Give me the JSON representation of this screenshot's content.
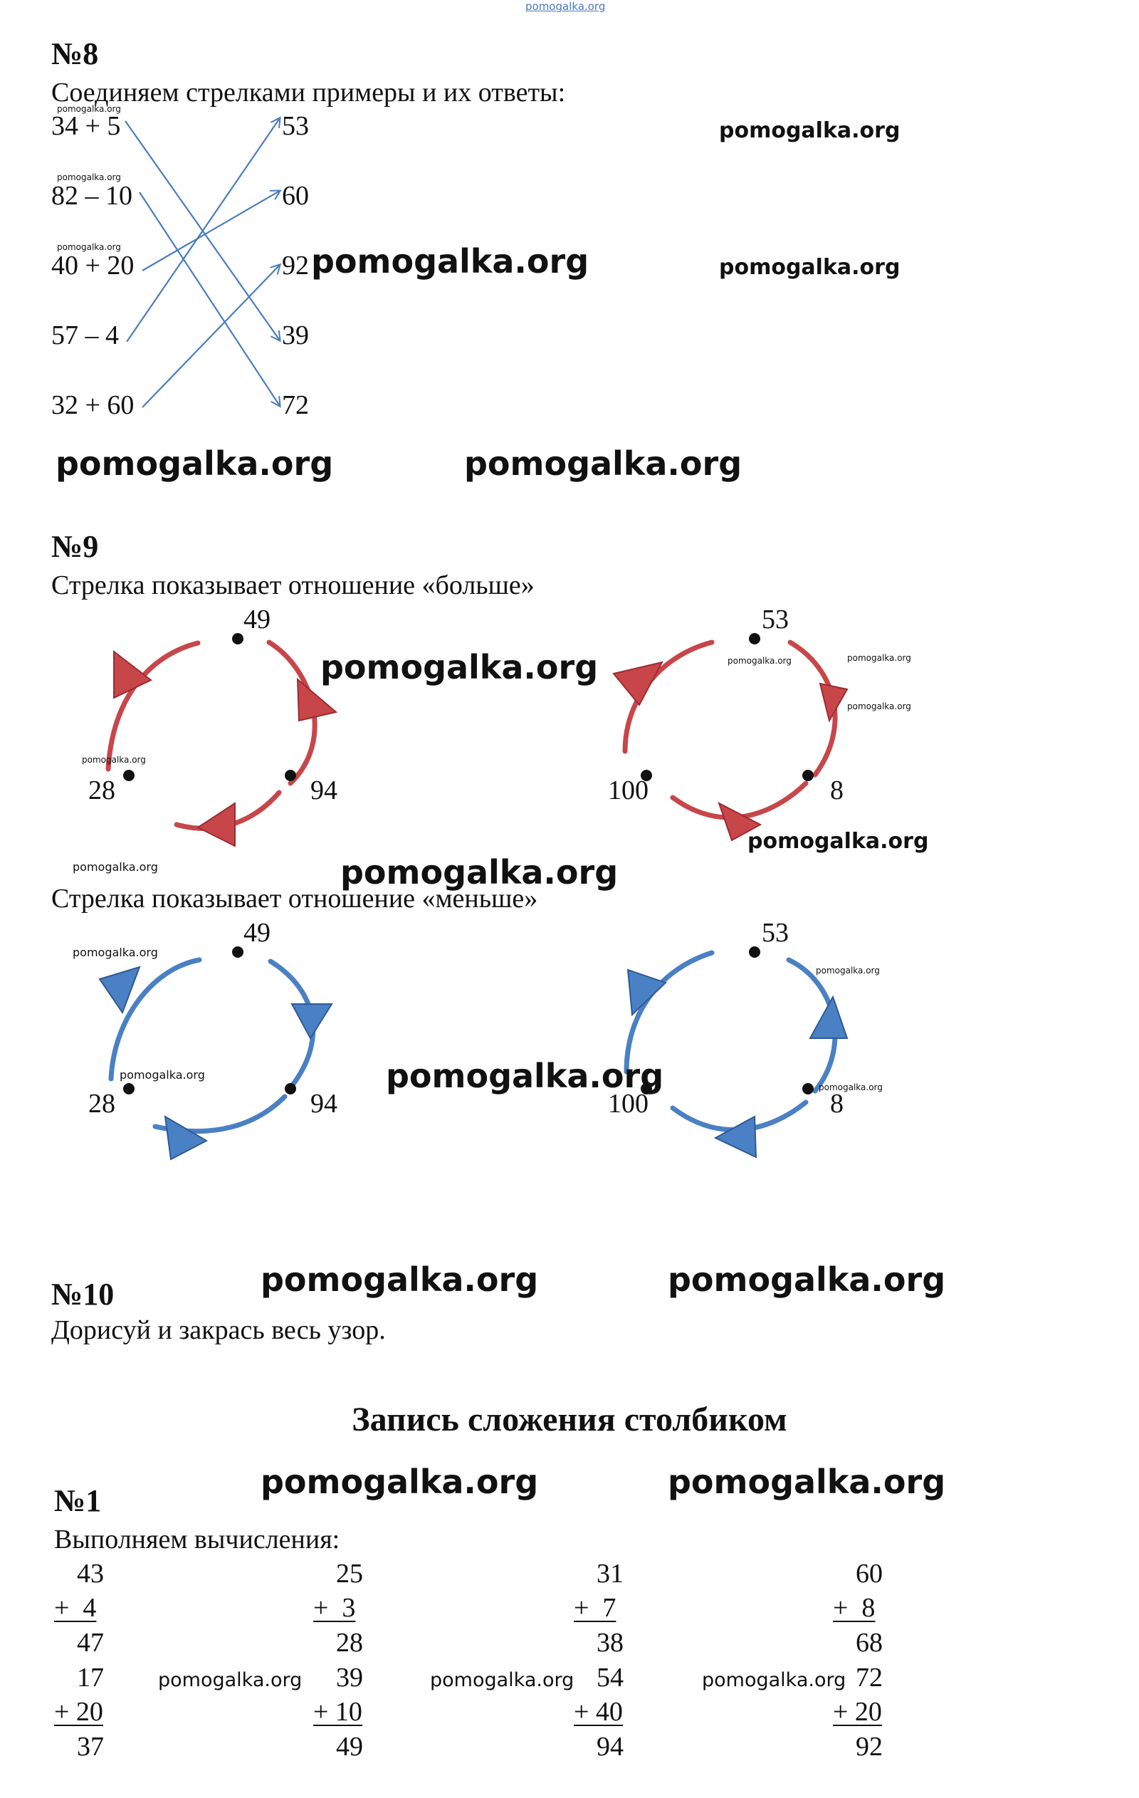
{
  "watermark": "pomogalka.org",
  "task8": {
    "number": "№8",
    "instruction": "Соединяем стрелками примеры и их ответы:",
    "examples": [
      "34 + 5",
      "82 – 10",
      "40 + 20",
      "57 – 4",
      "32 + 60"
    ],
    "answers": [
      "53",
      "60",
      "92",
      "39",
      "72"
    ],
    "arrow_color": "#4a7cc0"
  },
  "task9": {
    "number": "№9",
    "more_caption": "Стрелка показывает отношение «больше»",
    "less_caption": "Стрелка показывает отношение «меньше»",
    "red_color": "#c8464a",
    "blue_color": "#4a80c4",
    "group_a": [
      "49",
      "28",
      "94"
    ],
    "group_b": [
      "53",
      "100",
      "8"
    ]
  },
  "task10": {
    "number": "№10",
    "instruction": "Дорисуй и закрась весь узор."
  },
  "section_title": "Запись сложения столбиком",
  "task1": {
    "number": "№1",
    "instruction": "Выполняем вычисления:",
    "problems": [
      {
        "a": "43",
        "b": "+  4",
        "sum": "47"
      },
      {
        "a": "25",
        "b": "+  3",
        "sum": "28"
      },
      {
        "a": "31",
        "b": "+  7",
        "sum": "38"
      },
      {
        "a": "60",
        "b": "+  8",
        "sum": "68"
      },
      {
        "a": "17",
        "b": "+ 20",
        "sum": "37"
      },
      {
        "a": "39",
        "b": "+ 10",
        "sum": "49"
      },
      {
        "a": "54",
        "b": "+ 40",
        "sum": "94"
      },
      {
        "a": "72",
        "b": "+ 20",
        "sum": "92"
      }
    ]
  }
}
